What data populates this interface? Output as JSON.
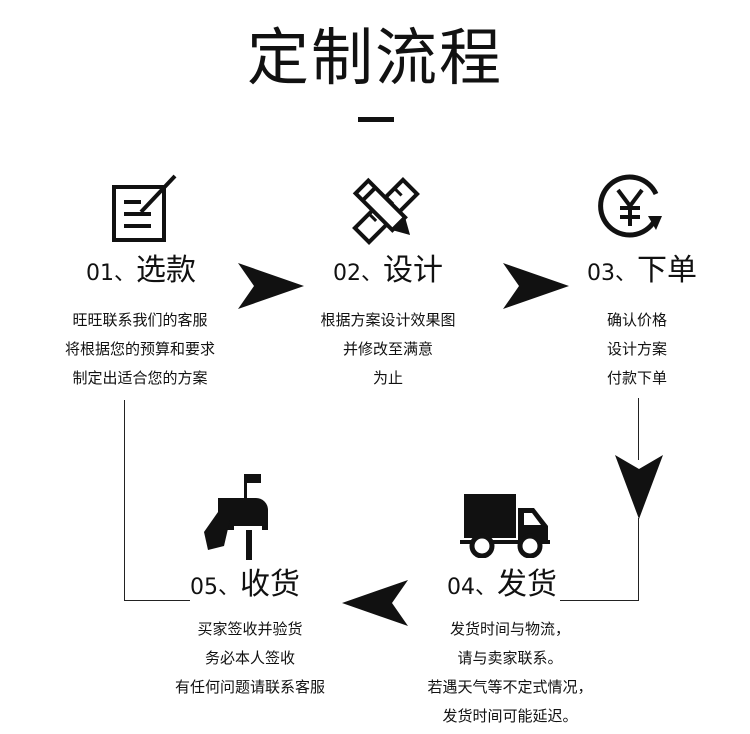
{
  "title": "定制流程",
  "steps": [
    {
      "num": "01、",
      "label": "选款",
      "icon": "edit-note-icon",
      "lines": [
        "旺旺联系我们的客服",
        "将根据您的预算和要求",
        "制定出适合您的方案"
      ]
    },
    {
      "num": "02、",
      "label": "设计",
      "icon": "pencil-ruler-icon",
      "lines": [
        "根据方案设计效果图",
        "并修改至满意",
        "为止"
      ]
    },
    {
      "num": "03、",
      "label": "下单",
      "icon": "yen-coin-icon",
      "lines": [
        "确认价格",
        "设计方案",
        "付款下单"
      ]
    },
    {
      "num": "04、",
      "label": "发货",
      "icon": "delivery-truck-icon",
      "lines": [
        "发货时间与物流，",
        "请与卖家联系。",
        "若遇天气等不定式情况，",
        "发货时间可能延迟。"
      ]
    },
    {
      "num": "05、",
      "label": "收货",
      "icon": "mailbox-icon",
      "lines": [
        "买家签收并验货",
        "务必本人签收",
        "有任何问题请联系客服"
      ]
    }
  ]
}
